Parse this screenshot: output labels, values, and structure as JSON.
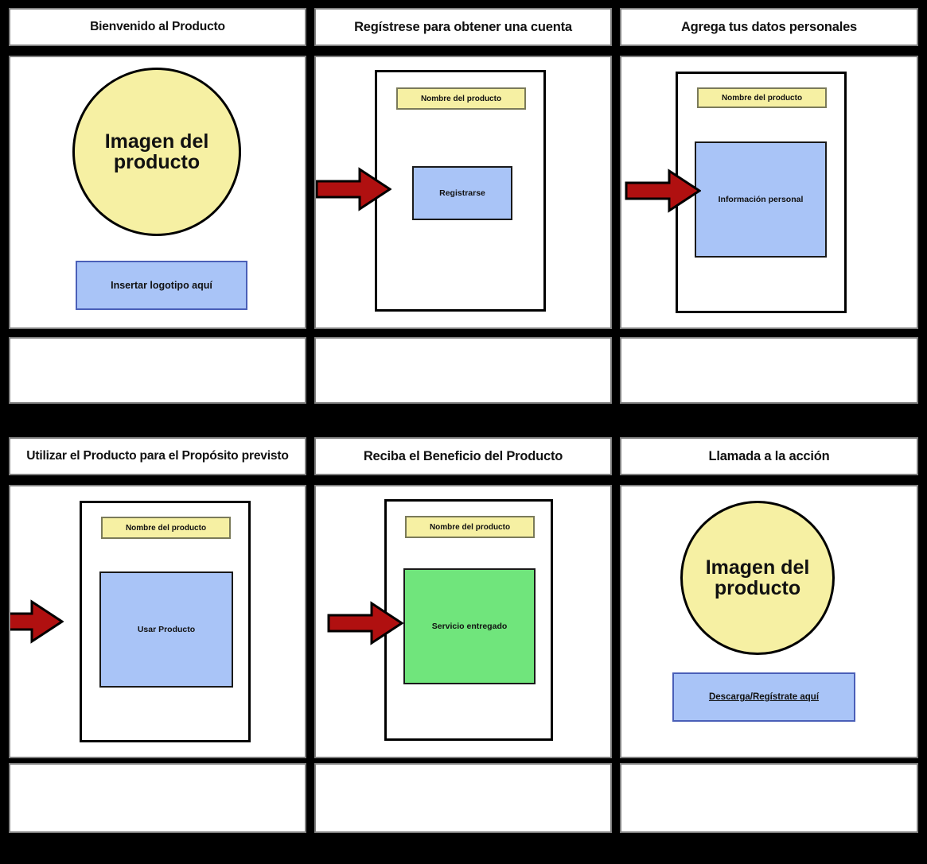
{
  "storyboard": {
    "product_name_label": "Nombre del producto",
    "colors": {
      "background": "#000000",
      "panel": "#ffffff",
      "panel_border": "#808080",
      "yellow": "#f6f0a3",
      "blue": "#a9c4f7",
      "green": "#70e57c",
      "arrow_red": "#b01010",
      "outline": "#000000"
    },
    "panels": [
      {
        "id": "welcome",
        "title": "Bienvenido al Producto",
        "circle_label": "Imagen del producto",
        "button_label": "Insertar logotipo aquí",
        "caption": ""
      },
      {
        "id": "signup",
        "title": "Regístrese para obtener una cuenta",
        "name_plate": "Nombre del producto",
        "action_label": "Registrarse",
        "caption": ""
      },
      {
        "id": "personal-data",
        "title": "Agrega tus datos personales",
        "name_plate": "Nombre del producto",
        "action_label": "Información personal",
        "caption": ""
      },
      {
        "id": "use-product",
        "title": "Utilizar el Producto para el Propósito previsto",
        "name_plate": "Nombre del producto",
        "action_label": "Usar Producto",
        "caption": ""
      },
      {
        "id": "benefit",
        "title": "Reciba el Beneficio del Producto",
        "name_plate": "Nombre del producto",
        "action_label": "Servicio entregado",
        "caption": ""
      },
      {
        "id": "call-to-action",
        "title": "Llamada a la acción",
        "circle_label": "Imagen del producto",
        "button_label": "Descarga/Regístrate aquí",
        "caption": ""
      }
    ]
  }
}
